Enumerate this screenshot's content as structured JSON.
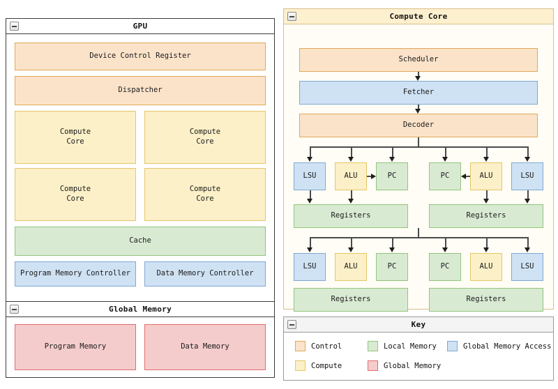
{
  "panels": {
    "gpu": {
      "title": "GPU",
      "device_control_register": "Device Control Register",
      "dispatcher": "Dispatcher",
      "compute_cores": [
        "Compute\nCore",
        "Compute\nCore",
        "Compute\nCore",
        "Compute\nCore"
      ],
      "cache": "Cache",
      "program_memory_controller": "Program Memory Controller",
      "data_memory_controller": "Data Memory Controller"
    },
    "global_memory": {
      "title": "Global Memory",
      "program_memory": "Program Memory",
      "data_memory": "Data Memory"
    },
    "compute_core": {
      "title": "Compute Core",
      "scheduler": "Scheduler",
      "fetcher": "Fetcher",
      "decoder": "Decoder",
      "threads": [
        {
          "units": [
            "LSU",
            "ALU",
            "PC"
          ],
          "registers": "Registers"
        },
        {
          "units": [
            "PC",
            "ALU",
            "LSU"
          ],
          "registers": "Registers"
        },
        {
          "units": [
            "LSU",
            "ALU",
            "PC"
          ],
          "registers": "Registers"
        },
        {
          "units": [
            "PC",
            "ALU",
            "LSU"
          ],
          "registers": "Registers"
        }
      ]
    },
    "key": {
      "title": "Key",
      "entries": [
        {
          "label": "Control",
          "color": "#fbe3ca",
          "border": "#e0a857"
        },
        {
          "label": "Local Memory",
          "color": "#d9ead3",
          "border": "#93c47d"
        },
        {
          "label": "Global Memory Access",
          "color": "#cfe2f3",
          "border": "#7fa8d4"
        },
        {
          "label": "Compute",
          "color": "#fcf0c8",
          "border": "#e3c768"
        },
        {
          "label": "Global Memory",
          "color": "#f4cccc",
          "border": "#e06c6c"
        }
      ]
    }
  },
  "icons": {
    "collapse": "collapse-minus-icon"
  }
}
